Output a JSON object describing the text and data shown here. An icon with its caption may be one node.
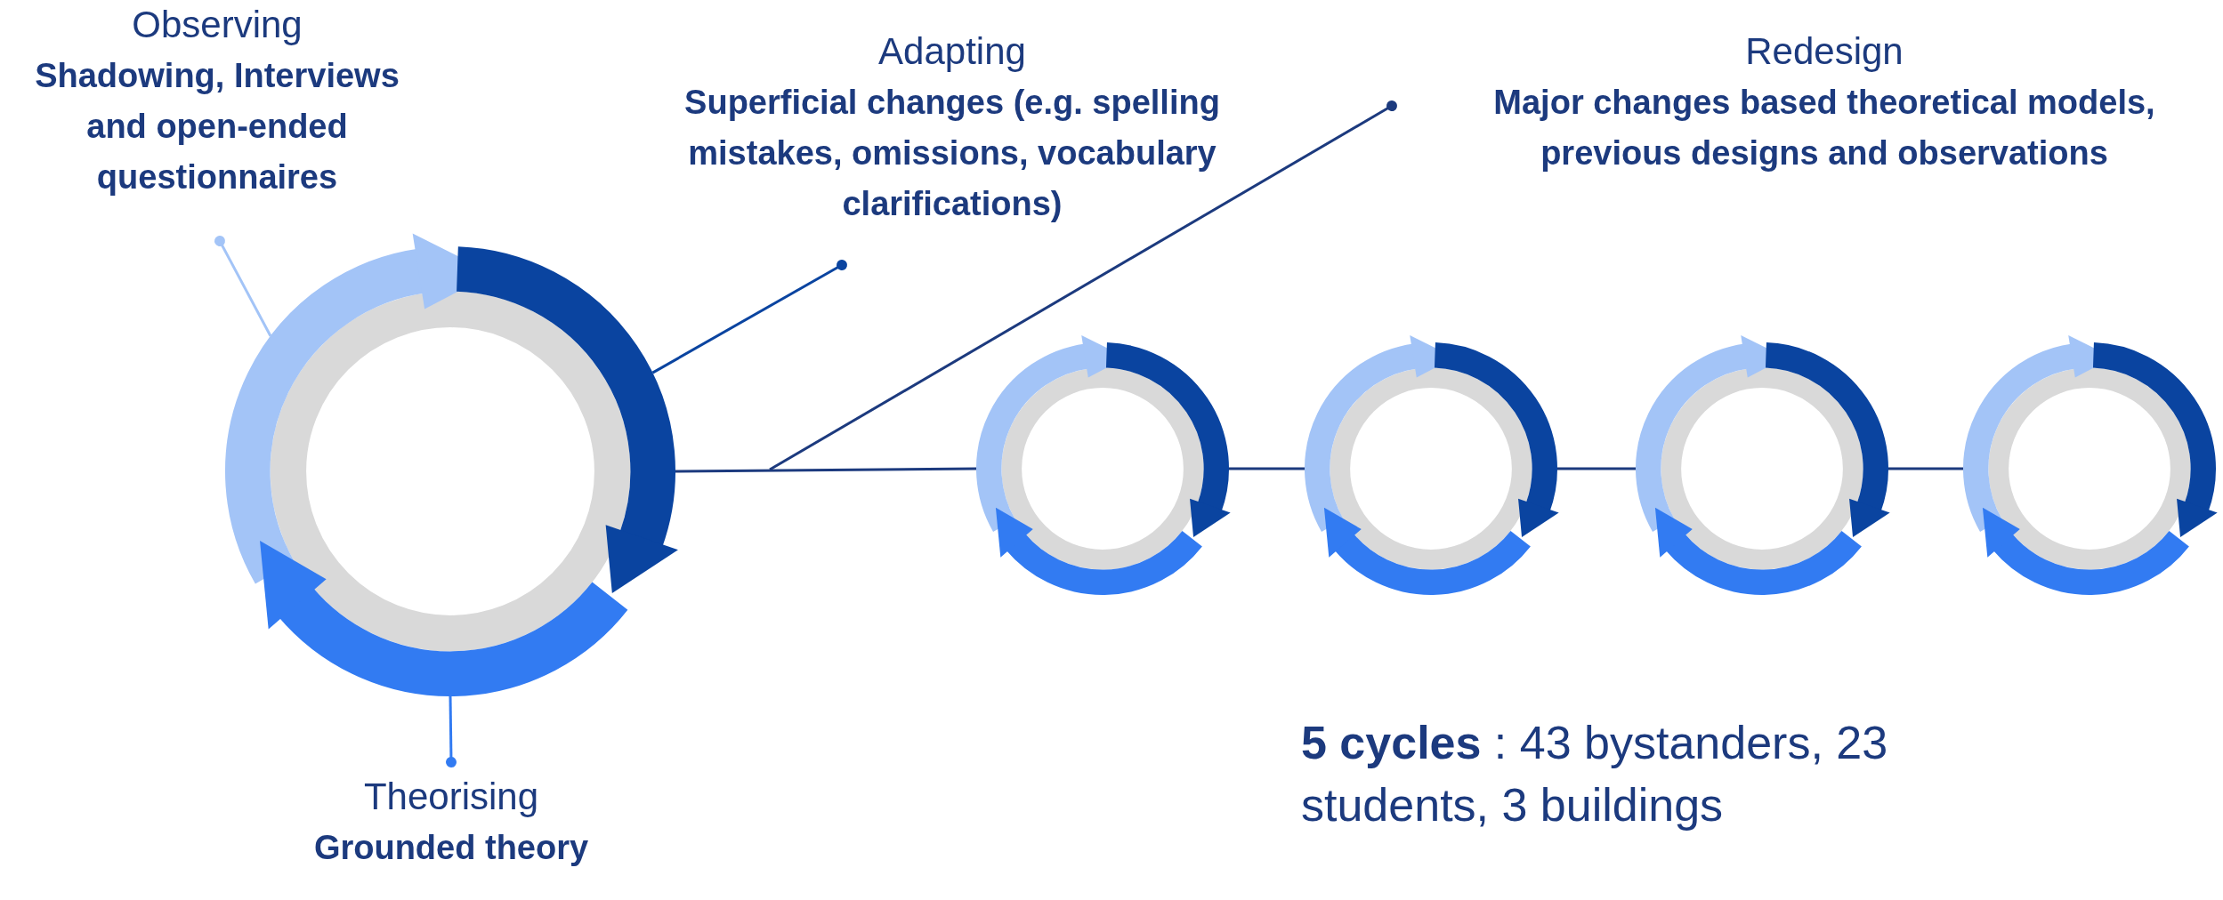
{
  "diagram": {
    "nodes": [
      {
        "text": [
          "Observing",
          "Shadowing, Interviews and open-ended questionnaires"
        ]
      },
      {
        "text": [
          "Adapting",
          "Superficial changes (e.g. spelling mistakes, omissions, vocabulary clarifications)"
        ]
      },
      {
        "text": [
          "Redesign",
          "Major changes based theoretical models, previous designs and observations"
        ]
      },
      {
        "text": [
          "Theorising",
          "Grounded theory"
        ]
      },
      {
        "text": [],
        "shape": "circle"
      },
      {
        "text": [],
        "shape": "circle"
      },
      {
        "text": [],
        "shape": "circle"
      },
      {
        "text": [],
        "shape": "circle"
      },
      {
        "text": [],
        "shape": "circle"
      }
    ],
    "edges": [
      {
        "from": 0,
        "to": 4,
        "arrow": "other",
        "color": "#a3c4f7"
      },
      {
        "from": 1,
        "to": 4,
        "arrow": "other",
        "color": "#0a44a0"
      },
      {
        "from": 2,
        "to": null,
        "arrow": "other"
      },
      {
        "from": 3,
        "to": 4,
        "arrow": "other",
        "color": "#327bf2"
      },
      {
        "from": 4,
        "to": 5,
        "arrow": "none"
      },
      {
        "from": 5,
        "to": 6,
        "arrow": "none"
      },
      {
        "from": 6,
        "to": 7,
        "arrow": "none"
      },
      {
        "from": 7,
        "to": 8,
        "arrow": "none"
      }
    ],
    "labels": [
      "**5 cycles** : 43 bystanders, 23 students, 3 buildings"
    ]
  }
}
